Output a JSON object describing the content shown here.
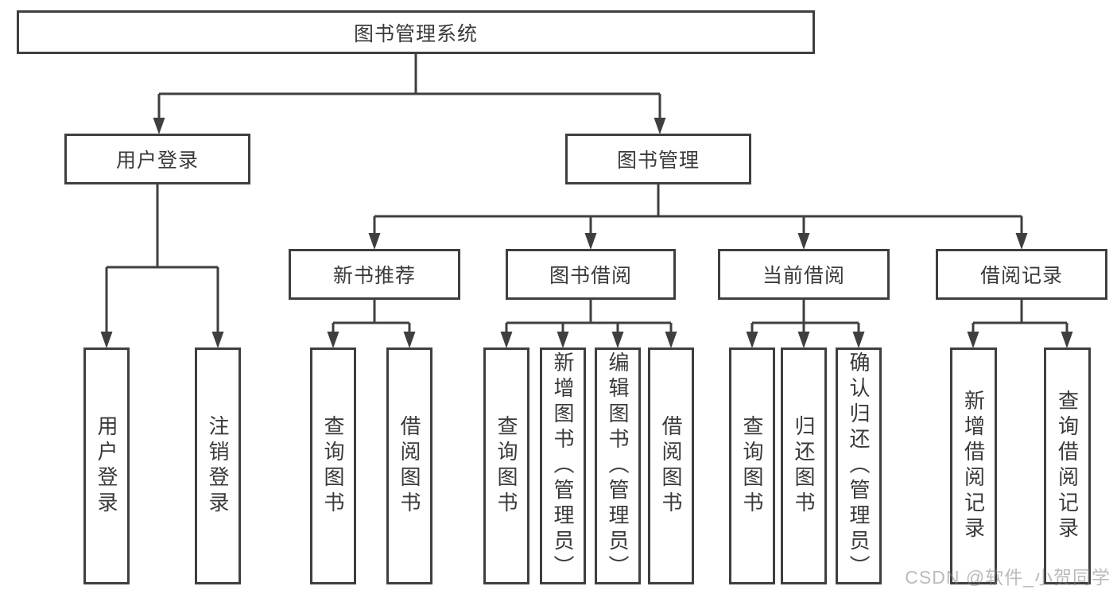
{
  "diagram": {
    "nodes": {
      "root": "图书管理系统",
      "user_login": "用户登录",
      "book_mgmt": "图书管理",
      "new_book_rec": "新书推荐",
      "book_borrow": "图书借阅",
      "current_borrow": "当前借阅",
      "borrow_records": "借阅记录",
      "leaf_user_login": "用户登录",
      "leaf_logout": "注销登录",
      "leaf_query_books_rec": "查询图书",
      "leaf_borrow_books_rec": "借阅图书",
      "leaf_query_books_borrow": "查询图书",
      "leaf_add_book": "新增图书（管理员）",
      "leaf_edit_book": "编辑图书（管理员）",
      "leaf_borrow_books_borrow": "借阅图书",
      "leaf_query_books_current": "查询图书",
      "leaf_return_book": "归还图书",
      "leaf_confirm_return": "确认归还（管理员）",
      "leaf_add_borrow_record": "新增借阅记录",
      "leaf_query_borrow_record": "查询借阅记录"
    },
    "colors": {
      "line": "#3f3f3f",
      "text": "#3a3a3a",
      "watermark": "#7d848d"
    }
  },
  "watermark": "CSDN @软件_小贺同学"
}
